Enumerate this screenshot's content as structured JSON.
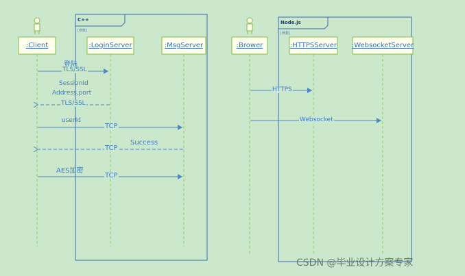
{
  "frames": {
    "cpp": {
      "tag": "C++",
      "sub": "[参数]"
    },
    "node": {
      "tag": "Node.js",
      "sub": "[参数]"
    }
  },
  "participants": {
    "client": ":Client",
    "login_server": ":LoginServer",
    "msg_server": ":MsgServer",
    "brower": ":Brower",
    "https_server": ":HTTPSServer",
    "websocket_server": ":WebsocketServer"
  },
  "messages": {
    "m1_label": "登陆",
    "m1_proto": "TLS/SSL",
    "m2_line1": "SessionId",
    "m2_line2": "Address,port",
    "m2_proto": "TLS/SSL",
    "m3_label": "userId",
    "m3_proto": "TCP",
    "m4_label": "Success",
    "m4_proto": "TCP",
    "m5_label": "AES加密",
    "m5_proto": "TCP",
    "n1_proto": "HTTPS",
    "n2_proto": "Websocket"
  },
  "watermark": "CSDN @毕业设计方案专家",
  "colors": {
    "background": "#cce8cc",
    "line": "#4a86c8",
    "frame": "#3a6ab0",
    "box_fill": "#ffffee",
    "box_stroke": "#7fbf3f",
    "actor": "#7fbf3f"
  }
}
